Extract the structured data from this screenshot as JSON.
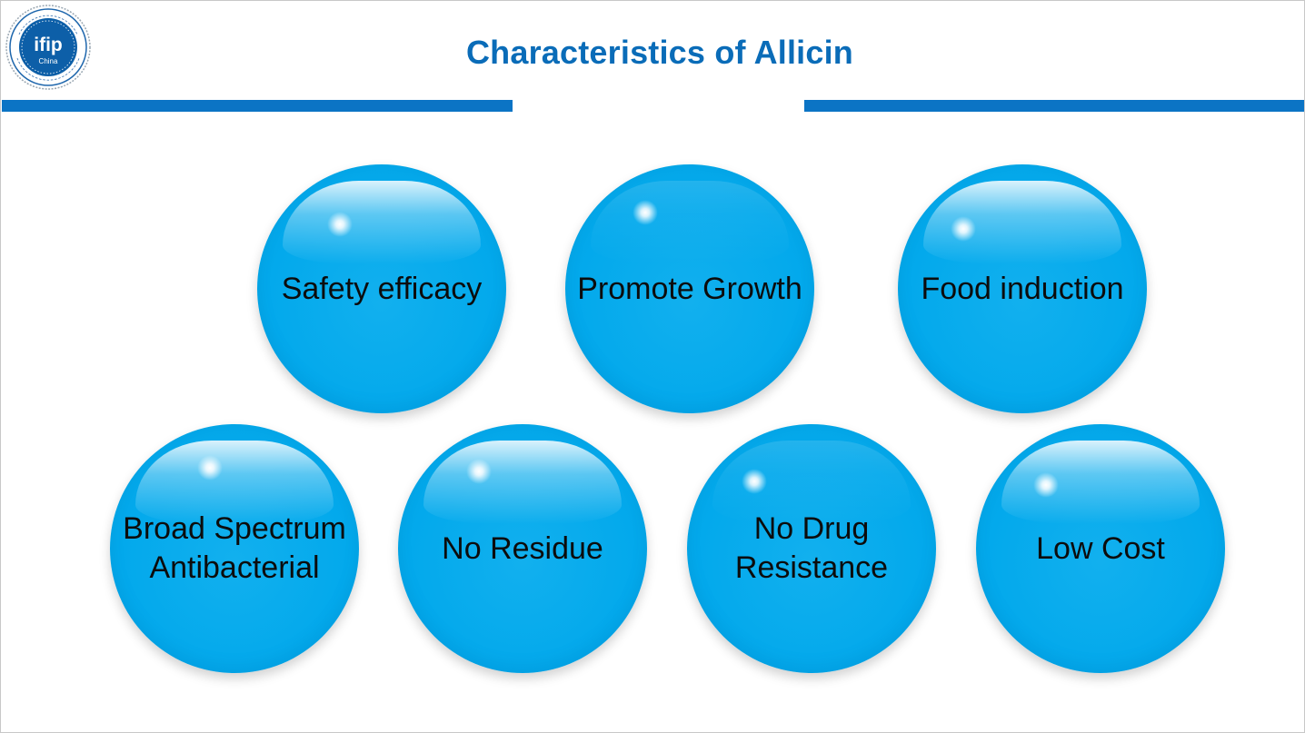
{
  "title": "Characteristics of Allicin",
  "logo": {
    "text": "ifip",
    "subtext": "China"
  },
  "colors": {
    "title": "#0a6cb8",
    "bar": "#0b74c5",
    "bubble": "#03a9ec",
    "label": "#0c0c0c"
  },
  "characteristics": [
    {
      "label": "Safety efficacy"
    },
    {
      "label": "Promote Growth"
    },
    {
      "label": "Food induction"
    },
    {
      "label": "Broad Spectrum\nAntibacterial"
    },
    {
      "label": "No Residue"
    },
    {
      "label": "No Drug\nResistance"
    },
    {
      "label": "Low Cost"
    }
  ]
}
